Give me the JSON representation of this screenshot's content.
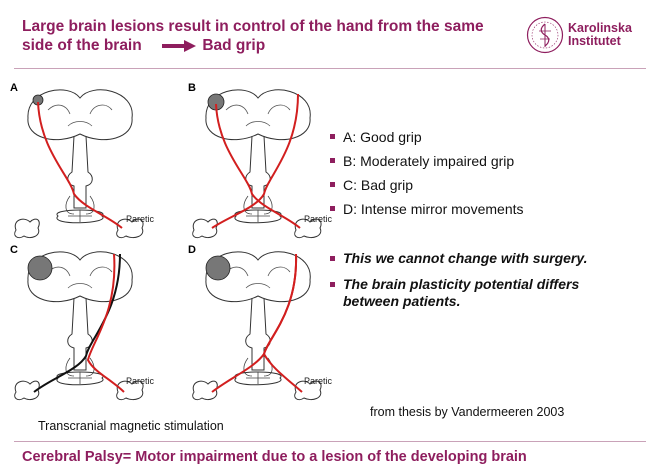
{
  "title": {
    "text": "Large brain lesions result in control of the hand from the same side of the brain",
    "result": "Bad grip"
  },
  "logo": {
    "line1": "Karolinska",
    "line2": "Institutet"
  },
  "figure": {
    "panels": [
      {
        "label": "A",
        "limb_label": "Paretic"
      },
      {
        "label": "B",
        "limb_label": "Paretic"
      },
      {
        "label": "C",
        "limb_label": "Paretic"
      },
      {
        "label": "D",
        "limb_label": "Paretic"
      }
    ],
    "colors": {
      "pathway": "#d21f1f",
      "ipsilateral_pathway": "#111111",
      "lesion": "#777777"
    }
  },
  "bullets": [
    {
      "text": "A: Good grip"
    },
    {
      "text": "B: Moderately impaired grip"
    },
    {
      "text": "C: Bad grip"
    },
    {
      "text": "D: Intense mirror movements"
    }
  ],
  "bold_bullets": [
    {
      "text": "This we cannot change with surgery."
    },
    {
      "text": "The brain plasticity potential differs between patients."
    }
  ],
  "captions": {
    "left": "Transcranial magnetic stimulation",
    "right": "from thesis by Vandermeeren 2003"
  },
  "footer": "Cerebral Palsy= Motor impairment due to a lesion of the developing brain",
  "theme": {
    "accent": "#8e1e5e",
    "text": "#111111"
  }
}
